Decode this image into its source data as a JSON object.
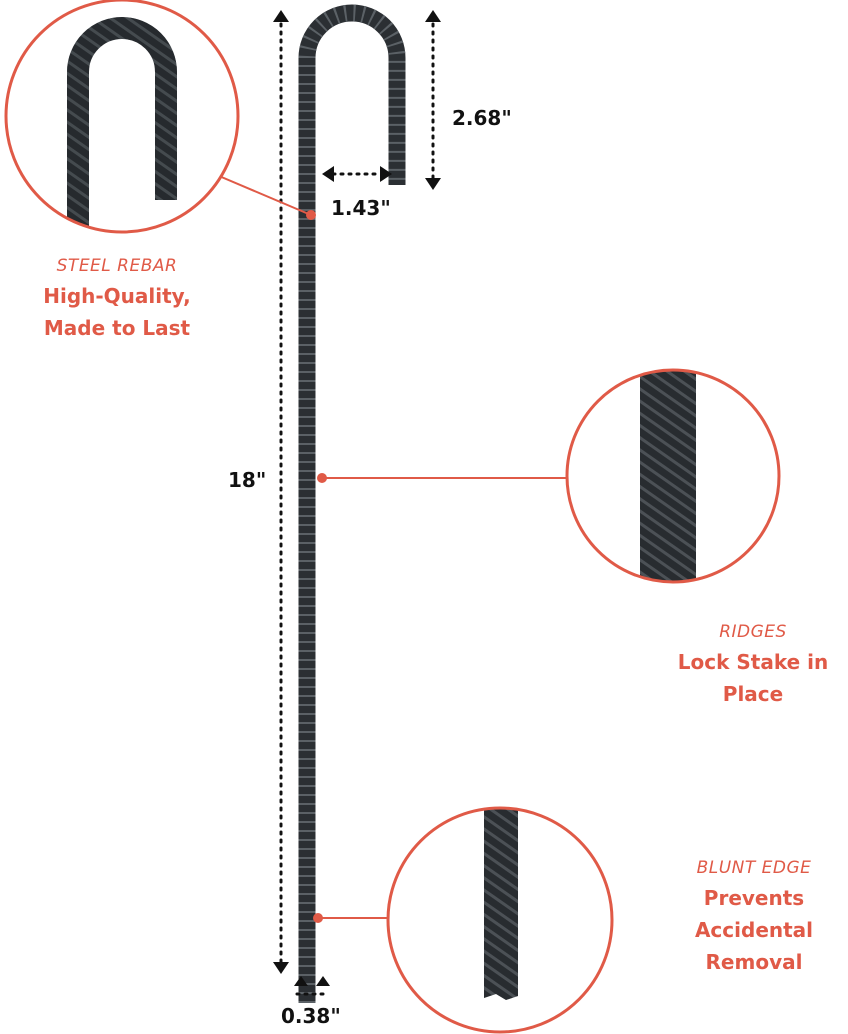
{
  "colors": {
    "accent": "#e05a47",
    "steel": "#2b2f33",
    "steel_light": "#5b6166",
    "dimension": "#111111"
  },
  "dimensions": {
    "total_length": "18\"",
    "hook_height": "2.68\"",
    "hook_width": "1.43\"",
    "diameter": "0.38\""
  },
  "callouts": [
    {
      "kicker": "STEEL REBAR",
      "line1": "High-Quality,",
      "line2": "Made to Last"
    },
    {
      "kicker": "RIDGES",
      "line1": "Lock Stake in",
      "line2": "Place"
    },
    {
      "kicker": "BLUNT EDGE",
      "line1": "Prevents",
      "line2": "Accidental",
      "line3": "Removal"
    }
  ]
}
